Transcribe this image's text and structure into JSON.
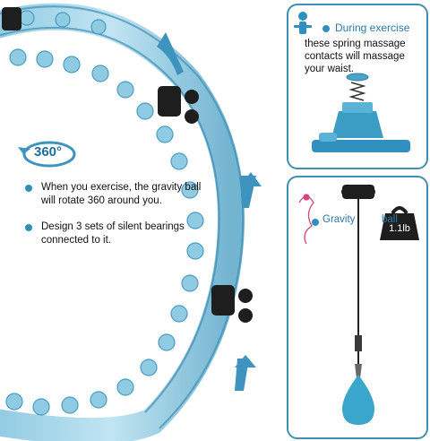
{
  "rotation_badge": "360°",
  "callouts": [
    {
      "lines": [
        "When you exercise, the gravity ball",
        "will rotate 360 around you."
      ]
    },
    {
      "lines": [
        "Design 3 sets of silent bearings",
        "connected to it."
      ]
    }
  ],
  "exercise_panel": {
    "title": "During exercise",
    "description_lines": [
      "these spring massage",
      "contacts will massage",
      "your waist."
    ]
  },
  "gravity_panel": {
    "label_part1": "Gravity",
    "label_part2": "ball",
    "weight": "1.1lb"
  },
  "colors": {
    "accent": "#2f8fbf",
    "panel_border": "#3e8fb3",
    "product_blue": "#4aa4c8"
  }
}
